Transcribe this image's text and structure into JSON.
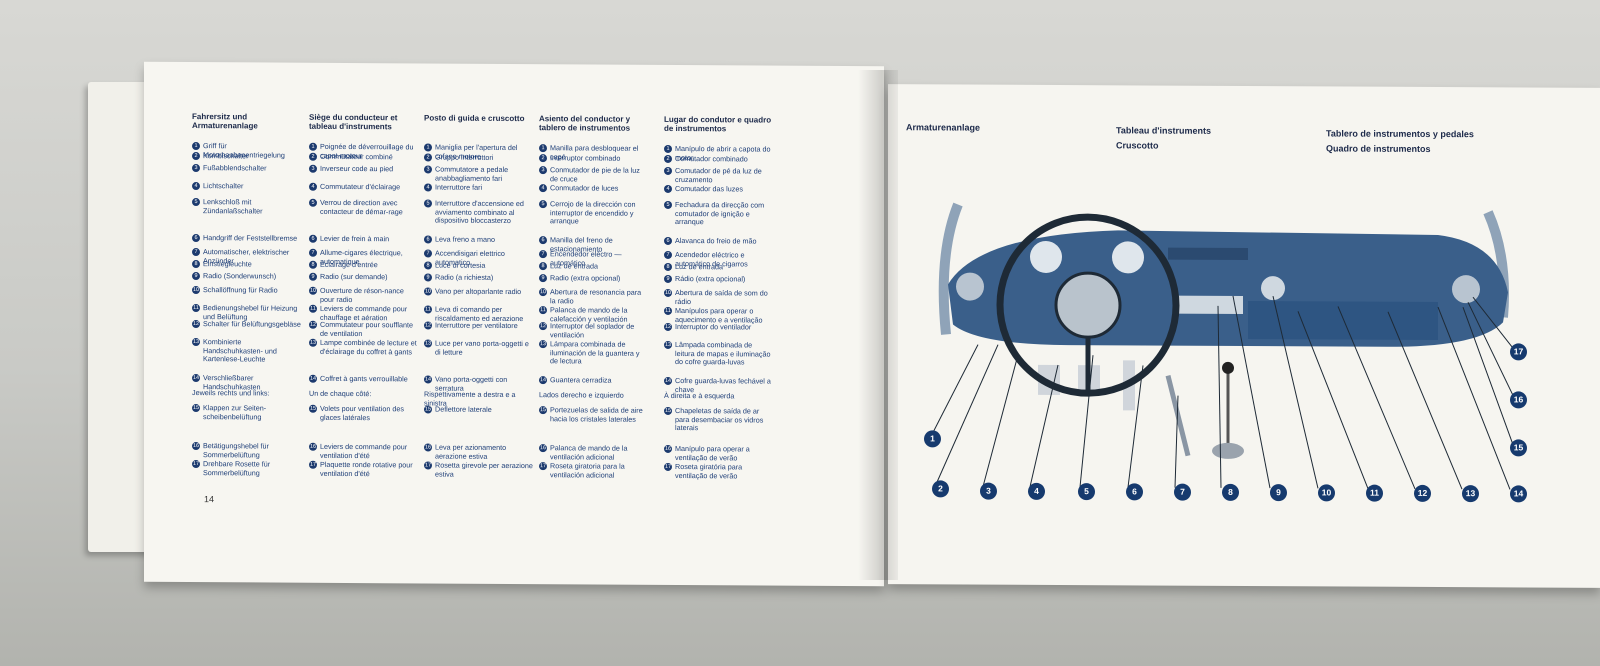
{
  "page_number": "14",
  "columns": [
    {
      "heading": "Fahrersitz und Armaturenanlage",
      "entries": [
        {
          "n": "1",
          "text": "Griff für Motorhaubenentriegelung"
        },
        {
          "n": "2",
          "text": "Kombischalter"
        },
        {
          "n": "3",
          "text": "Fußabblendschalter"
        },
        {
          "n": "4",
          "text": "Lichtschalter"
        },
        {
          "n": "5",
          "text": "Lenkschloß mit Zündanlaßschalter"
        },
        {
          "n": "6",
          "text": "Handgriff der Feststellbremse"
        },
        {
          "n": "7",
          "text": "Automatischer, elektrischer Anzünder"
        },
        {
          "n": "8",
          "text": "Einstiegleuchte"
        },
        {
          "n": "9",
          "text": "Radio (Sonderwunsch)"
        },
        {
          "n": "10",
          "text": "Schallöffnung für Radio"
        },
        {
          "n": "11",
          "text": "Bedienungshebel für Heizung und Belüftung"
        },
        {
          "n": "12",
          "text": "Schalter für Belüftungsgebläse"
        },
        {
          "n": "13",
          "text": "Kombinierte Handschuhkasten- und Kartenlese-Leuchte"
        },
        {
          "n": "14",
          "text": "Verschließbarer Handschuhkasten"
        },
        {
          "n": "15",
          "text": "Klappen zur Seiten-scheibenbelüftung"
        },
        {
          "n": "16",
          "text": "Betätigungshebel für Sommerbelüftung"
        },
        {
          "n": "17",
          "text": "Drehbare Rosette für Sommerbelüftung"
        }
      ],
      "note": "Jeweils rechts und links:"
    },
    {
      "heading": "Siège du conducteur et tableau d'instruments",
      "entries": [
        {
          "n": "1",
          "text": "Poignée de déverrouillage du capot-moteur"
        },
        {
          "n": "2",
          "text": "Commutateur combiné"
        },
        {
          "n": "3",
          "text": "Inverseur code au pied"
        },
        {
          "n": "4",
          "text": "Commutateur d'éclairage"
        },
        {
          "n": "5",
          "text": "Verrou de direction avec contacteur de démar-rage"
        },
        {
          "n": "6",
          "text": "Levier de frein à main"
        },
        {
          "n": "7",
          "text": "Allume-cigares électrique, automatique"
        },
        {
          "n": "8",
          "text": "Eclairage d'entrée"
        },
        {
          "n": "9",
          "text": "Radio (sur demande)"
        },
        {
          "n": "10",
          "text": "Ouverture de réson-nance pour radio"
        },
        {
          "n": "11",
          "text": "Leviers de commande pour chauffage et aération"
        },
        {
          "n": "12",
          "text": "Commutateur pour soufflante de ventilation"
        },
        {
          "n": "13",
          "text": "Lampe combinée de lecture et d'éclairage du coffret à gants"
        },
        {
          "n": "14",
          "text": "Coffret à gants verrouillable"
        },
        {
          "n": "15",
          "text": "Volets pour ventilation des glaces latérales"
        },
        {
          "n": "16",
          "text": "Leviers de commande pour ventilation d'été"
        },
        {
          "n": "17",
          "text": "Plaquette ronde rotative pour ventilation d'été"
        }
      ],
      "note": "Un de chaque côté:"
    },
    {
      "heading": "Posto di guida e cruscotto",
      "entries": [
        {
          "n": "1",
          "text": "Maniglia per l'apertura del cofano motore"
        },
        {
          "n": "2",
          "text": "Gruppo interruttori"
        },
        {
          "n": "3",
          "text": "Commutatore a pedale anabbagliamento fari"
        },
        {
          "n": "4",
          "text": "Interruttore fari"
        },
        {
          "n": "5",
          "text": "Interruttore d'accensione ed avviamento combinato al dispositivo bloccasterzo"
        },
        {
          "n": "6",
          "text": "Leva freno a mano"
        },
        {
          "n": "7",
          "text": "Accendisigari elettrico automatico"
        },
        {
          "n": "8",
          "text": "Luce di cortesia"
        },
        {
          "n": "9",
          "text": "Radio (a richiesta)"
        },
        {
          "n": "10",
          "text": "Vano per altoparlante radio"
        },
        {
          "n": "11",
          "text": "Leva di comando per riscaldamento ed aerazione"
        },
        {
          "n": "12",
          "text": "Interruttore per ventilatore"
        },
        {
          "n": "13",
          "text": "Luce per vano porta-oggetti e di letture"
        },
        {
          "n": "14",
          "text": "Vano porta-oggetti con serratura"
        },
        {
          "n": "15",
          "text": "Deflettore laterale"
        },
        {
          "n": "16",
          "text": "Leva per azionamento aerazione estiva"
        },
        {
          "n": "17",
          "text": "Rosetta girevole per aerazione estiva"
        }
      ],
      "note": "Rispettivamente a destra e a sinistra"
    },
    {
      "heading": "Asiento del conductor y tablero de instrumentos",
      "entries": [
        {
          "n": "1",
          "text": "Manilla para desbloquear el capó"
        },
        {
          "n": "2",
          "text": "Interruptor combinado"
        },
        {
          "n": "3",
          "text": "Conmutador de pie de la luz de cruce"
        },
        {
          "n": "4",
          "text": "Conmutador de luces"
        },
        {
          "n": "5",
          "text": "Cerrojo de la dirección con interruptor de encendido y arranque"
        },
        {
          "n": "6",
          "text": "Manilla del freno de estacionamiento"
        },
        {
          "n": "7",
          "text": "Encendedor eléctro — automático"
        },
        {
          "n": "8",
          "text": "Luz de entrada"
        },
        {
          "n": "9",
          "text": "Radio (extra opcional)"
        },
        {
          "n": "10",
          "text": "Abertura de resonancia para la radio"
        },
        {
          "n": "11",
          "text": "Palanca de mando de la calefacción y ventilación"
        },
        {
          "n": "12",
          "text": "Interruptor del soplador de ventilación"
        },
        {
          "n": "13",
          "text": "Lámpara combinada de iluminación de la guantera y de lectura"
        },
        {
          "n": "14",
          "text": "Guantera cerradiza"
        },
        {
          "n": "15",
          "text": "Portezuelas de salida de aire hacia los cristales laterales"
        },
        {
          "n": "16",
          "text": "Palanca de mando de la ventilación adicional"
        },
        {
          "n": "17",
          "text": "Roseta giratoria para la ventilación adicional"
        }
      ],
      "note": "Lados derecho e izquierdo"
    },
    {
      "heading": "Lugar do condutor e quadro de instrumentos",
      "entries": [
        {
          "n": "1",
          "text": "Manípulo de abrir a capota do motor"
        },
        {
          "n": "2",
          "text": "Comutador combinado"
        },
        {
          "n": "3",
          "text": "Comutador de pé da luz de cruzamento"
        },
        {
          "n": "4",
          "text": "Comutador das luzes"
        },
        {
          "n": "5",
          "text": "Fechadura da direcção com comutador de ignição e arranque"
        },
        {
          "n": "6",
          "text": "Alavanca do freio de mão"
        },
        {
          "n": "7",
          "text": "Acendedor eléctrico e automático de cigarros"
        },
        {
          "n": "8",
          "text": "Luz de entrada"
        },
        {
          "n": "9",
          "text": "Rádio (extra opcional)"
        },
        {
          "n": "10",
          "text": "Abertura de saída de som do rádio"
        },
        {
          "n": "11",
          "text": "Manípulos para operar o aquecimento e a ventilação"
        },
        {
          "n": "12",
          "text": "Interruptor do ventilador"
        },
        {
          "n": "13",
          "text": "Lâmpada combinada de leitura de mapas e iluminação do cofre guarda-luvas"
        },
        {
          "n": "14",
          "text": "Cofre guarda-luvas fechável a chave"
        },
        {
          "n": "15",
          "text": "Chapeletas de saída de ar para desembaciar os vidros laterais"
        },
        {
          "n": "16",
          "text": "Manípulo para operar a ventilação de verão"
        },
        {
          "n": "17",
          "text": "Roseta giratória para ventilação de verão"
        }
      ],
      "note": "À direita e à esquerda"
    }
  ],
  "right_headings": {
    "de": "Armaturenanlage",
    "fr": "Tableau d'instruments",
    "it": "Cruscotto",
    "es": "Tablero de instrumentos y pedales",
    "pt": "Quadro de instrumentos"
  },
  "callouts": [
    "1",
    "2",
    "3",
    "4",
    "5",
    "6",
    "7",
    "8",
    "9",
    "10",
    "11",
    "12",
    "13",
    "14",
    "15",
    "16",
    "17"
  ],
  "colors": {
    "ink": "#1f3f78",
    "badge": "#163a6e",
    "dash": "#3a5f8a"
  }
}
